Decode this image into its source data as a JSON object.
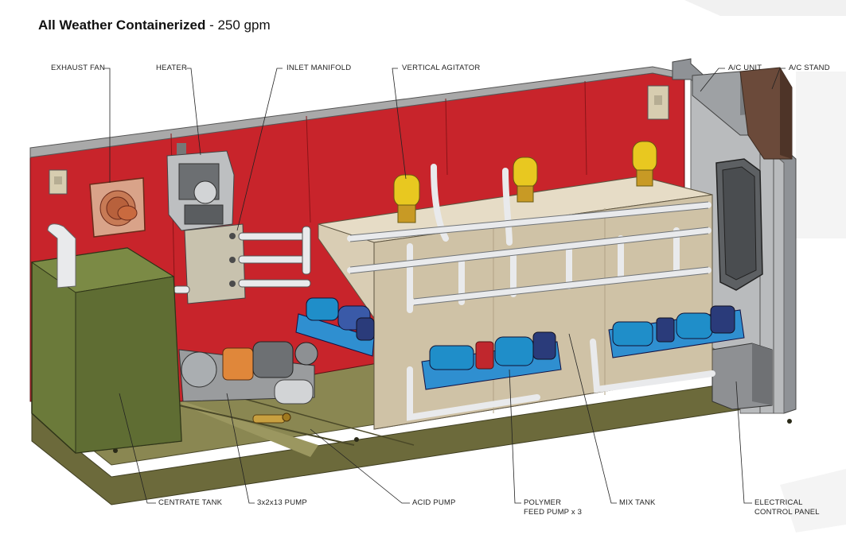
{
  "title": {
    "main": "All Weather Containerized",
    "sub": " - 250 gpm"
  },
  "labels": {
    "exhaust_fan": "EXHAUST FAN",
    "heater": "HEATER",
    "inlet_manifold": "INLET MANIFOLD",
    "vertical_agitator": "VERTICAL AGITATOR",
    "ac_unit": "A/C UNIT",
    "ac_stand": "A/C STAND",
    "centrate_tank": "CENTRATE TANK",
    "pump_3x2x13": "3x2x13 PUMP",
    "acid_pump": "ACID PUMP",
    "polymer_feed_pump_line1": "POLYMER",
    "polymer_feed_pump_line2": "FEED PUMP x 3",
    "mix_tank": "MIX TANK",
    "electrical_control_panel_line1": "ELECTRICAL",
    "electrical_control_panel_line2": "CONTROL PANEL"
  },
  "colors": {
    "wall_red": "#c8242b",
    "tank_beige": "#d9cdb4",
    "centrate_green": "#6b7a3a",
    "floor_olive": "#7d7a45",
    "pump_blue": "#1f8ec9",
    "motor_navy": "#2a3b7a",
    "agitator_yellow": "#e8c820",
    "pipe_white": "#e9eaec",
    "frame_grey": "#8f9296"
  }
}
